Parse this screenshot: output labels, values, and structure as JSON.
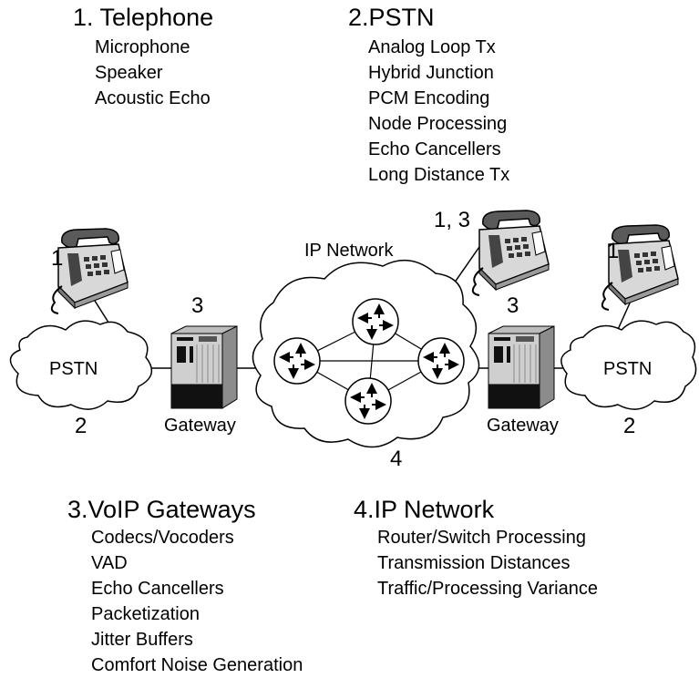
{
  "sections": {
    "telephone": {
      "heading": "1. Telephone",
      "items": [
        "Microphone",
        "Speaker",
        "Acoustic Echo"
      ]
    },
    "pstn": {
      "heading": "2.PSTN",
      "items": [
        "Analog Loop  Tx",
        "Hybrid Junction",
        "PCM Encoding",
        "Node Processing",
        "Echo Cancellers",
        "Long Distance  Tx"
      ]
    },
    "gateways": {
      "heading": "3.VoIP Gateways",
      "items": [
        "Codecs/Vocoders",
        "VAD",
        "Echo Cancellers",
        "Packetization",
        "Jitter Buffers",
        "Comfort Noise Generation"
      ]
    },
    "ipnet": {
      "heading": "4.IP  Network",
      "items": [
        "Router/Switch Processing",
        "Transmission Distances",
        "Traffic/Processing Variance"
      ]
    }
  },
  "diagram": {
    "ip_network_label": "IP  Network",
    "left_pstn": "PSTN",
    "right_pstn": "PSTN",
    "left_gateway": "Gateway",
    "right_gateway": "Gateway",
    "num_phone_left": "1",
    "num_phone_mid": "1, 3",
    "num_phone_right": "1",
    "num_gw_left": "3",
    "num_gw_right": "3",
    "num_pstn_left": "2",
    "num_pstn_right": "2",
    "num_ipnet": "4"
  }
}
